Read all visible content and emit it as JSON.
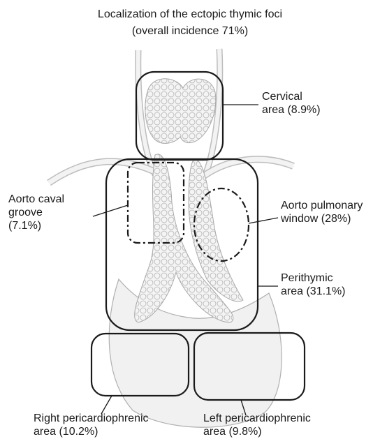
{
  "title_line1": "Localization of the ectopic thymic foci",
  "title_line2": "(overall incidence 71%)",
  "labels": {
    "cervical": [
      "Cervical",
      "area (8.9%)"
    ],
    "aorto_caval": [
      "Aorto caval",
      "groove",
      "(7.1%)"
    ],
    "aorto_pulmonary": [
      "Aorto pulmonary",
      "window (28%)"
    ],
    "perithymic": [
      "Perithymic",
      "area (31.1%)"
    ],
    "right_pericardiophrenic": [
      "Right pericardiophrenic",
      "area (10.2%)"
    ],
    "left_pericardiophrenic": [
      "Left pericardiophrenic",
      "area (9.8%)"
    ]
  }
}
